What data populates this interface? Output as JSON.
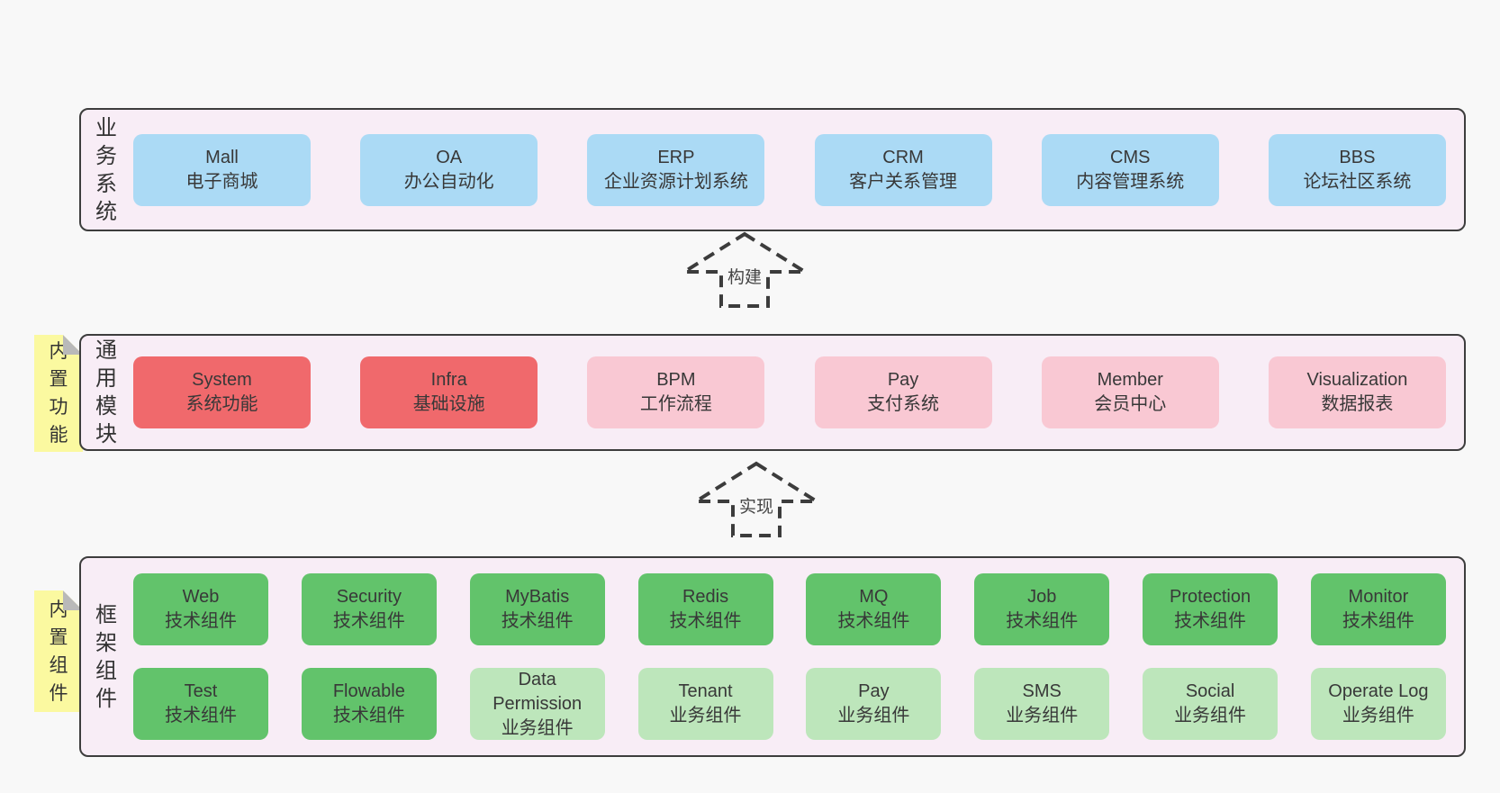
{
  "palette": {
    "page_bg": "#f8f8f8",
    "panel_bg": "#f8edf6",
    "panel_border": "#3d3d3d",
    "blue": "#abdaf5",
    "red": "#f0696c",
    "pink": "#f9c8d3",
    "green": "#62c36b",
    "green_light": "#bde6bb",
    "sticky_yellow": "#fbf9a0",
    "sticky_fold": "#b9b9b9",
    "text": "#383838"
  },
  "panels": {
    "business": {
      "label": "业务系统",
      "boxes": [
        {
          "name": "Mall",
          "desc": "电子商城",
          "tone": "blue"
        },
        {
          "name": "OA",
          "desc": "办公自动化",
          "tone": "blue"
        },
        {
          "name": "ERP",
          "desc": "企业资源计划系统",
          "tone": "blue"
        },
        {
          "name": "CRM",
          "desc": "客户关系管理",
          "tone": "blue"
        },
        {
          "name": "CMS",
          "desc": "内容管理系统",
          "tone": "blue"
        },
        {
          "name": "BBS",
          "desc": "论坛社区系统",
          "tone": "blue"
        }
      ]
    },
    "modules": {
      "label": "通用模块",
      "sticky": "内置功能",
      "boxes": [
        {
          "name": "System",
          "desc": "系统功能",
          "tone": "red"
        },
        {
          "name": "Infra",
          "desc": "基础设施",
          "tone": "red"
        },
        {
          "name": "BPM",
          "desc": "工作流程",
          "tone": "pink"
        },
        {
          "name": "Pay",
          "desc": "支付系统",
          "tone": "pink"
        },
        {
          "name": "Member",
          "desc": "会员中心",
          "tone": "pink"
        },
        {
          "name": "Visualization",
          "desc": "数据报表",
          "tone": "pink"
        }
      ]
    },
    "components": {
      "label": "框架组件",
      "sticky": "内置组件",
      "row1": [
        {
          "name": "Web",
          "desc": "技术组件",
          "tone": "green"
        },
        {
          "name": "Security",
          "desc": "技术组件",
          "tone": "green"
        },
        {
          "name": "MyBatis",
          "desc": "技术组件",
          "tone": "green"
        },
        {
          "name": "Redis",
          "desc": "技术组件",
          "tone": "green"
        },
        {
          "name": "MQ",
          "desc": "技术组件",
          "tone": "green"
        },
        {
          "name": "Job",
          "desc": "技术组件",
          "tone": "green"
        },
        {
          "name": "Protection",
          "desc": "技术组件",
          "tone": "green"
        },
        {
          "name": "Monitor",
          "desc": "技术组件",
          "tone": "green"
        }
      ],
      "row2": [
        {
          "name": "Test",
          "desc": "技术组件",
          "tone": "green"
        },
        {
          "name": "Flowable",
          "desc": "技术组件",
          "tone": "green"
        },
        {
          "name": "Data Permission",
          "desc": "业务组件",
          "tone": "green-light"
        },
        {
          "name": "Tenant",
          "desc": "业务组件",
          "tone": "green-light"
        },
        {
          "name": "Pay",
          "desc": "业务组件",
          "tone": "green-light"
        },
        {
          "name": "SMS",
          "desc": "业务组件",
          "tone": "green-light"
        },
        {
          "name": "Social",
          "desc": "业务组件",
          "tone": "green-light"
        },
        {
          "name": "Operate Log",
          "desc": "业务组件",
          "tone": "green-light"
        }
      ]
    }
  },
  "arrows": {
    "build": {
      "label": "构建"
    },
    "implement": {
      "label": "实现"
    }
  }
}
